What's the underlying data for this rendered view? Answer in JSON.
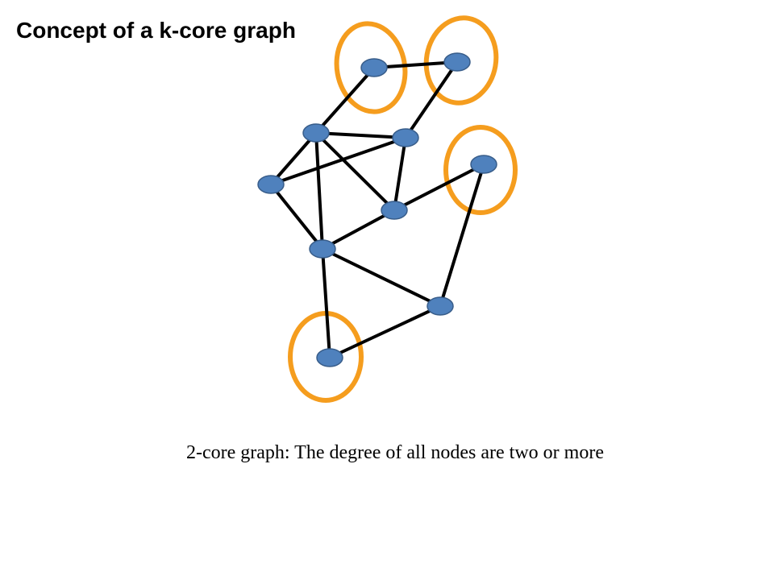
{
  "slide": {
    "title": "Concept of a k-core graph",
    "caption": "2-core graph: The degree of all nodes are two or more"
  },
  "colors": {
    "node_fill": "#4f81bd",
    "node_stroke": "#385d8a",
    "edge": "#000000",
    "highlight_ring": "#f59d1e"
  },
  "graph": {
    "nodes": [
      "n1",
      "n2",
      "n3",
      "n4",
      "n5",
      "n6",
      "n7",
      "n8",
      "n9",
      "n10"
    ],
    "edges": [
      [
        "n1",
        "n2"
      ],
      [
        "n1",
        "n3"
      ],
      [
        "n2",
        "n4"
      ],
      [
        "n3",
        "n4"
      ],
      [
        "n3",
        "n5"
      ],
      [
        "n3",
        "n6"
      ],
      [
        "n3",
        "n7"
      ],
      [
        "n4",
        "n5"
      ],
      [
        "n4",
        "n6"
      ],
      [
        "n5",
        "n7"
      ],
      [
        "n6",
        "n7"
      ],
      [
        "n6",
        "n8"
      ],
      [
        "n8",
        "n9"
      ],
      [
        "n7",
        "n9"
      ],
      [
        "n7",
        "n10"
      ],
      [
        "n9",
        "n10"
      ]
    ],
    "highlighted_nodes": [
      "n1",
      "n2",
      "n8",
      "n10"
    ]
  }
}
